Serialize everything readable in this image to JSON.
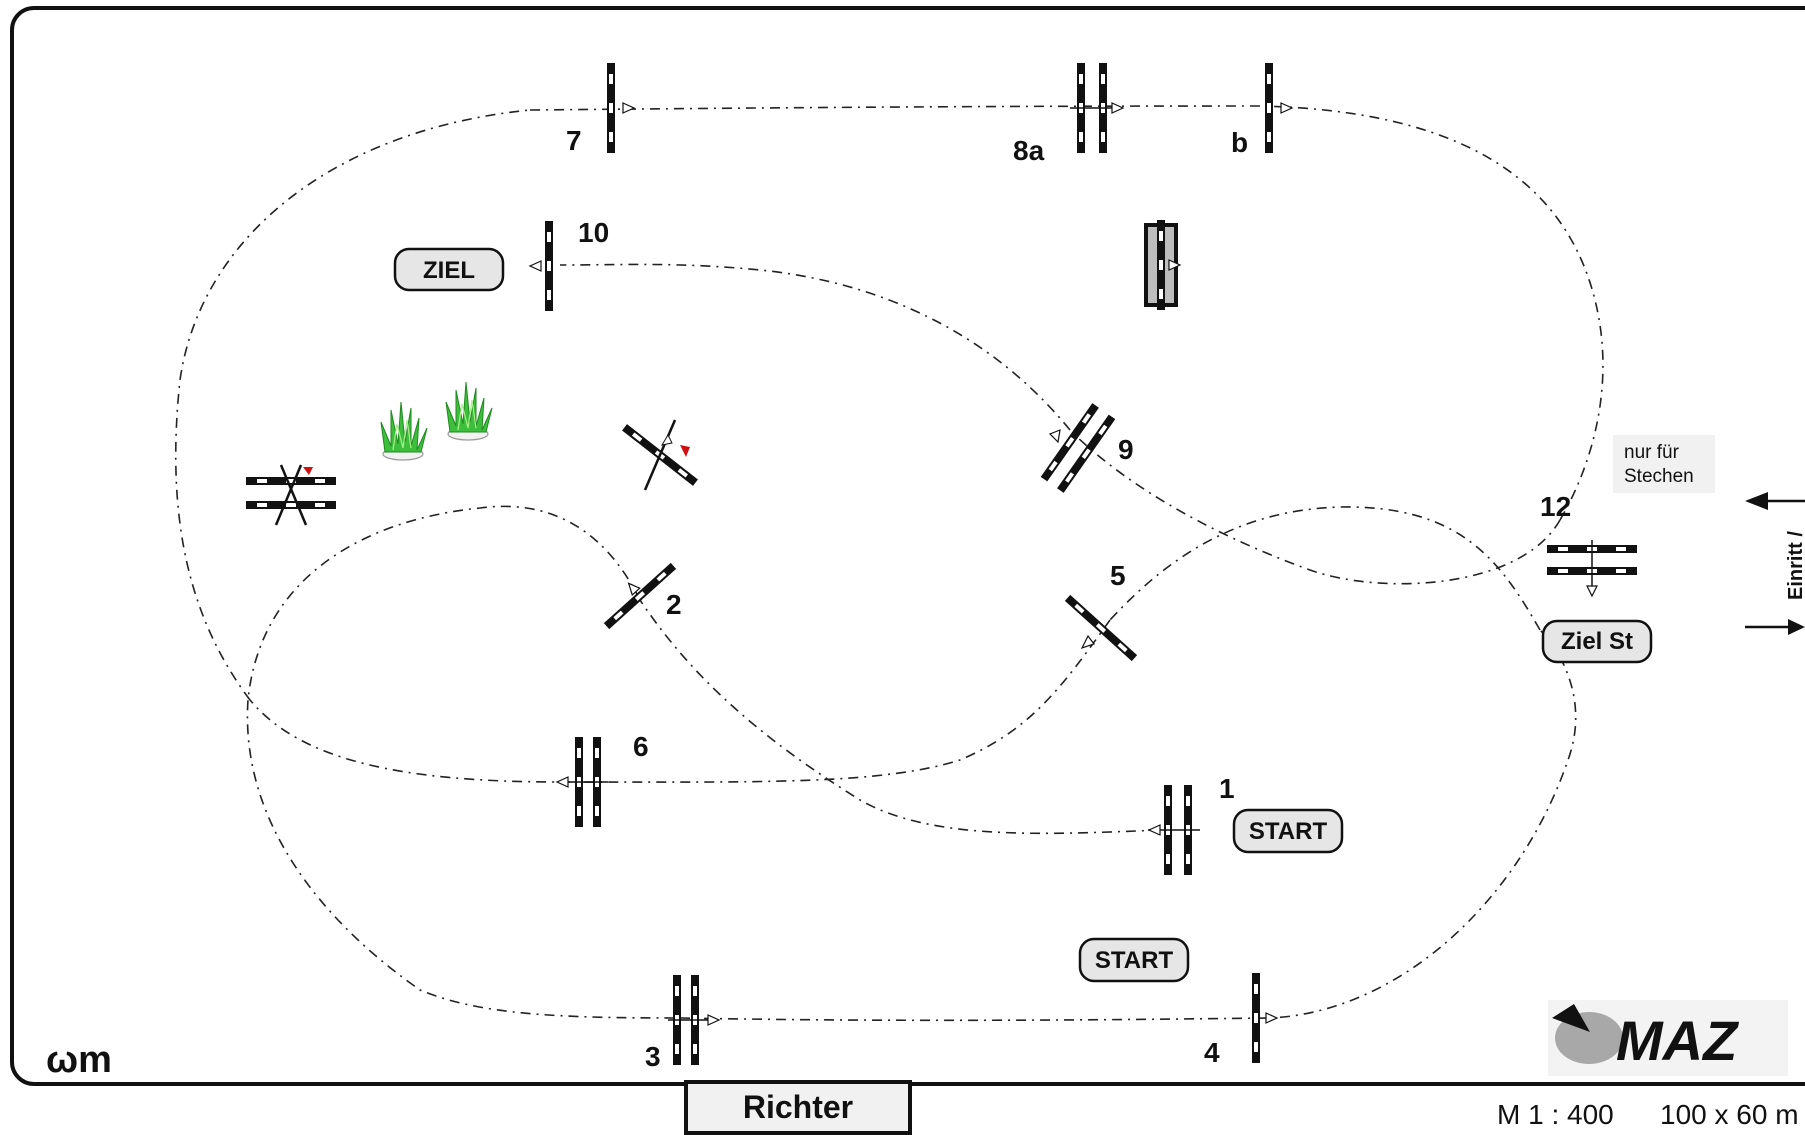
{
  "arena": {
    "scale": "M 1 : 400",
    "size": "100 x 60 m",
    "judge_label": "Richter",
    "entrance_label": "Einritt /",
    "signature": "ωm",
    "logo_text": "MAZ"
  },
  "obstacles": {
    "o1": "1",
    "o2": "2",
    "o3": "3",
    "o4": "4",
    "o5": "5",
    "o6": "6",
    "o7": "7",
    "o8a": "8a",
    "o8b": "b",
    "o9": "9",
    "o10": "10",
    "o12": "12"
  },
  "markers": {
    "start_main": "START",
    "start_jumpoff": "START",
    "finish_main": "ZIEL",
    "finish_jumpoff": "Ziel St"
  },
  "note": {
    "line1": "nur für",
    "line2": "Stechen"
  },
  "colors": {
    "line": "#111111",
    "pill_fill": "#e6e6e6",
    "bush_green": "#3dbf3d",
    "flag_red": "#cc1111"
  }
}
